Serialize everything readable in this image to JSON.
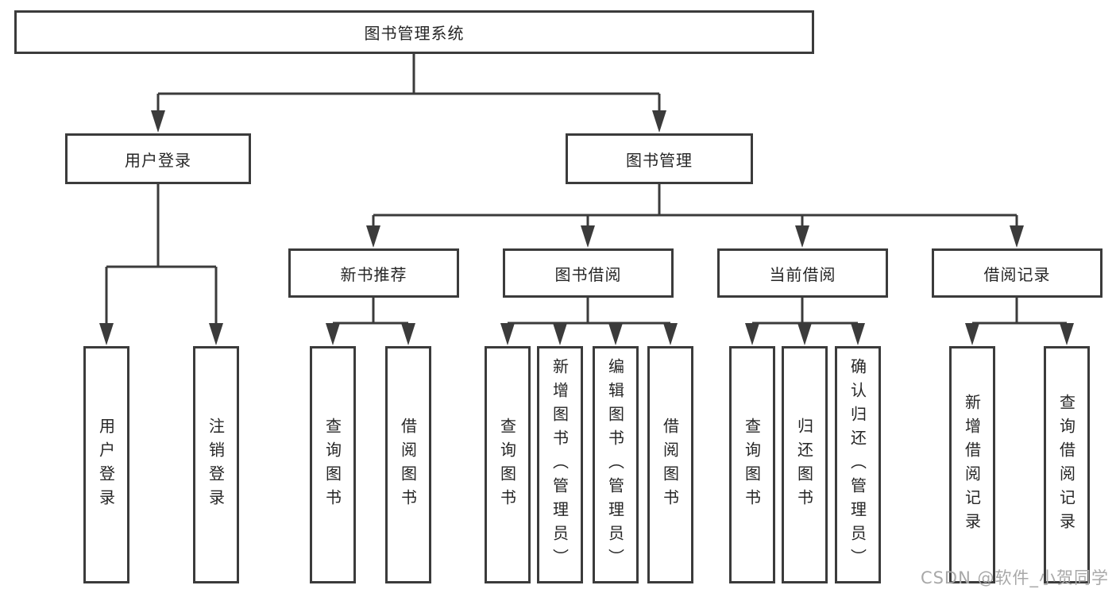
{
  "diagram": {
    "root": {
      "label": "图书管理系统"
    },
    "level2": [
      {
        "label": "用户登录"
      },
      {
        "label": "图书管理"
      }
    ],
    "level3": [
      {
        "label": "新书推荐",
        "parent": "图书管理"
      },
      {
        "label": "图书借阅",
        "parent": "图书管理"
      },
      {
        "label": "当前借阅",
        "parent": "图书管理"
      },
      {
        "label": "借阅记录",
        "parent": "图书管理"
      }
    ],
    "leaves": [
      {
        "label": "用户登录",
        "parent": "用户登录"
      },
      {
        "label": "注销登录",
        "parent": "用户登录"
      },
      {
        "label": "查询图书",
        "parent": "新书推荐"
      },
      {
        "label": "借阅图书",
        "parent": "新书推荐"
      },
      {
        "label": "查询图书",
        "parent": "图书借阅"
      },
      {
        "label": "新增图书（管理员）",
        "parent": "图书借阅"
      },
      {
        "label": "编辑图书（管理员）",
        "parent": "图书借阅"
      },
      {
        "label": "借阅图书",
        "parent": "图书借阅"
      },
      {
        "label": "查询图书",
        "parent": "当前借阅"
      },
      {
        "label": "归还图书",
        "parent": "当前借阅"
      },
      {
        "label": "确认归还（管理员）",
        "parent": "当前借阅"
      },
      {
        "label": "新增借阅记录",
        "parent": "借阅记录"
      },
      {
        "label": "查询借阅记录",
        "parent": "借阅记录"
      }
    ]
  },
  "watermark": {
    "text": "CSDN @软件_小贺同学"
  },
  "colors": {
    "line": "#3b3b3b",
    "box_border": "#3b3b3b",
    "text": "#262626",
    "watermark": "#a8a8a8",
    "background": "#ffffff"
  }
}
